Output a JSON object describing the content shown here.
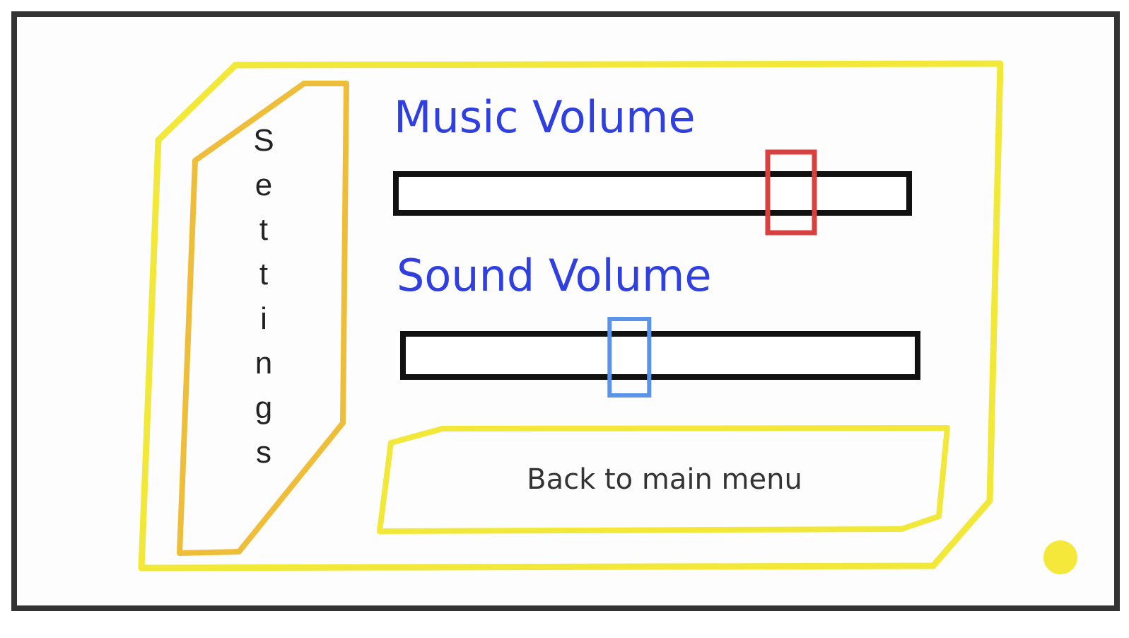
{
  "sidebar": {
    "title": "Settings",
    "letters": [
      "S",
      "e",
      "t",
      "t",
      "i",
      "n",
      "g",
      "s"
    ]
  },
  "music": {
    "label": "Music Volume",
    "level_percent": 77
  },
  "sound": {
    "label": "Sound Volume",
    "level_percent": 44
  },
  "back_button": {
    "label": "Back to main menu"
  },
  "colors": {
    "panel_outline": "#f1e83a",
    "sidebar_outline": "#eebd3a",
    "label_text": "#2f3fe0",
    "music_knob": "#d94040",
    "sound_knob": "#5b93ea",
    "frame": "#333333",
    "corner_dot": "#f5e83a"
  }
}
